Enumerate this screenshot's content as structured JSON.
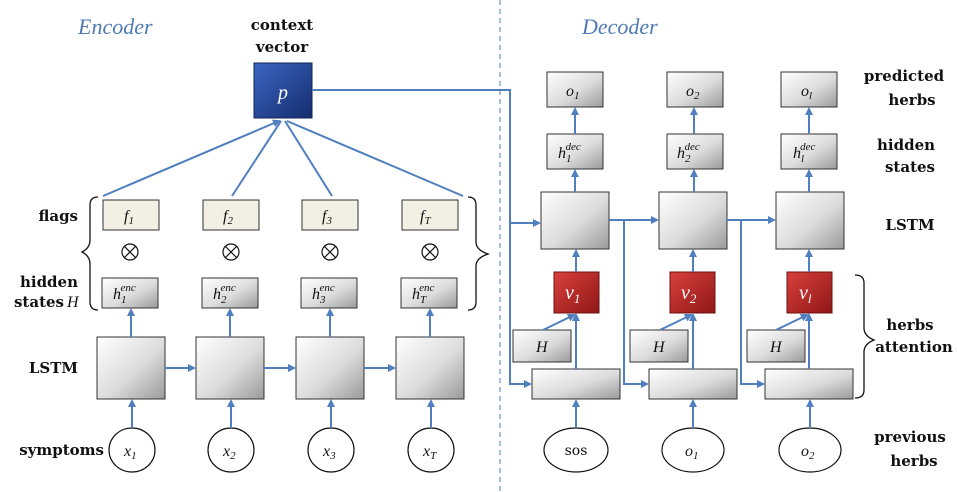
{
  "sections": {
    "encoder": "Encoder",
    "decoder": "Decoder"
  },
  "context": {
    "label_line1": "context",
    "label_line2": "vector",
    "symbol": "p"
  },
  "encoder_rows": {
    "flags": "flags",
    "hidden_line1": "hidden",
    "hidden_line2": "states",
    "hidden_var": "H",
    "lstm": "LSTM",
    "symptoms": "symptoms"
  },
  "encoder_columns": [
    {
      "flag": "f",
      "flag_sub": "1",
      "h": "h",
      "h_sub": "1",
      "h_sup": "enc",
      "x": "x",
      "x_sub": "1"
    },
    {
      "flag": "f",
      "flag_sub": "2",
      "h": "h",
      "h_sub": "2",
      "h_sup": "enc",
      "x": "x",
      "x_sub": "2"
    },
    {
      "flag": "f",
      "flag_sub": "3",
      "h": "h",
      "h_sub": "3",
      "h_sup": "enc",
      "x": "x",
      "x_sub": "3"
    },
    {
      "flag": "f",
      "flag_sub": "T",
      "h": "h",
      "h_sub": "T",
      "h_sup": "enc",
      "x": "x",
      "x_sub": "T"
    }
  ],
  "operator_symbol": "⊗",
  "decoder_rows": {
    "predicted_line1": "predicted",
    "predicted_line2": "herbs",
    "hidden_line1": "hidden",
    "hidden_line2": "states",
    "lstm": "LSTM",
    "attention_line1": "herbs",
    "attention_line2": "attention",
    "previous_line1": "previous",
    "previous_line2": "herbs"
  },
  "decoder_columns": [
    {
      "o": "o",
      "o_sub": "1",
      "h": "h",
      "h_sub": "1",
      "h_sup": "dec",
      "v": "v",
      "v_sub": "1",
      "H": "H",
      "input": "sos",
      "input_sub": ""
    },
    {
      "o": "o",
      "o_sub": "2",
      "h": "h",
      "h_sub": "2",
      "h_sup": "dec",
      "v": "v",
      "v_sub": "2",
      "H": "H",
      "input": "o",
      "input_sub": "1"
    },
    {
      "o": "o",
      "o_sub": "l",
      "h": "h",
      "h_sub": "l",
      "h_sup": "dec",
      "v": "v",
      "v_sub": "l",
      "H": "H",
      "input": "o",
      "input_sub": "2"
    }
  ],
  "colors": {
    "arrow": "#4f7fbf",
    "context_box": "#1f3f8f",
    "attention_box": "#b22222",
    "flag_box": "#f2f0e4",
    "section_title": "#4f7bb5"
  }
}
